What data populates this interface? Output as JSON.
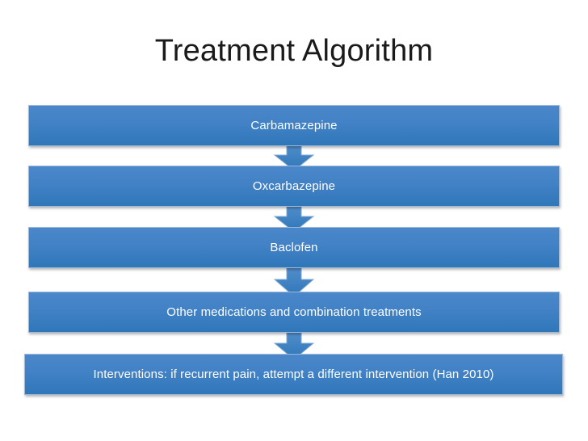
{
  "slide": {
    "title": "Treatment Algorithm",
    "background_color": "#ffffff",
    "title_color": "#1a1a1a"
  },
  "theme": {
    "box_fill_top": "#4a87ca",
    "box_fill_bottom": "#2f77b9",
    "box_border": "#9fb9d6",
    "box_text_color": "#ffffff",
    "arrow_fill_top": "#5a93d0",
    "arrow_fill_bottom": "#2f77b9",
    "arrow_border": "#7fa9d2"
  },
  "flow": {
    "steps": [
      {
        "label": "Carbamazepine"
      },
      {
        "label": "Oxcarbazepine"
      },
      {
        "label": "Baclofen"
      },
      {
        "label": "Other medications and combination treatments"
      },
      {
        "label": "Interventions: if recurrent pain, attempt a different intervention (Han 2010)"
      }
    ],
    "connectors": [
      {
        "icon": "down-arrow-icon",
        "from": "Carbamazepine",
        "to": "Oxcarbazepine"
      },
      {
        "icon": "down-arrow-icon",
        "from": "Oxcarbazepine",
        "to": "Baclofen"
      },
      {
        "icon": "down-arrow-icon",
        "from": "Baclofen",
        "to": "Other medications and combination treatments"
      },
      {
        "icon": "down-arrow-icon",
        "from": "Other medications and combination treatments",
        "to": "Interventions: if recurrent pain, attempt a different intervention (Han 2010)"
      }
    ]
  }
}
